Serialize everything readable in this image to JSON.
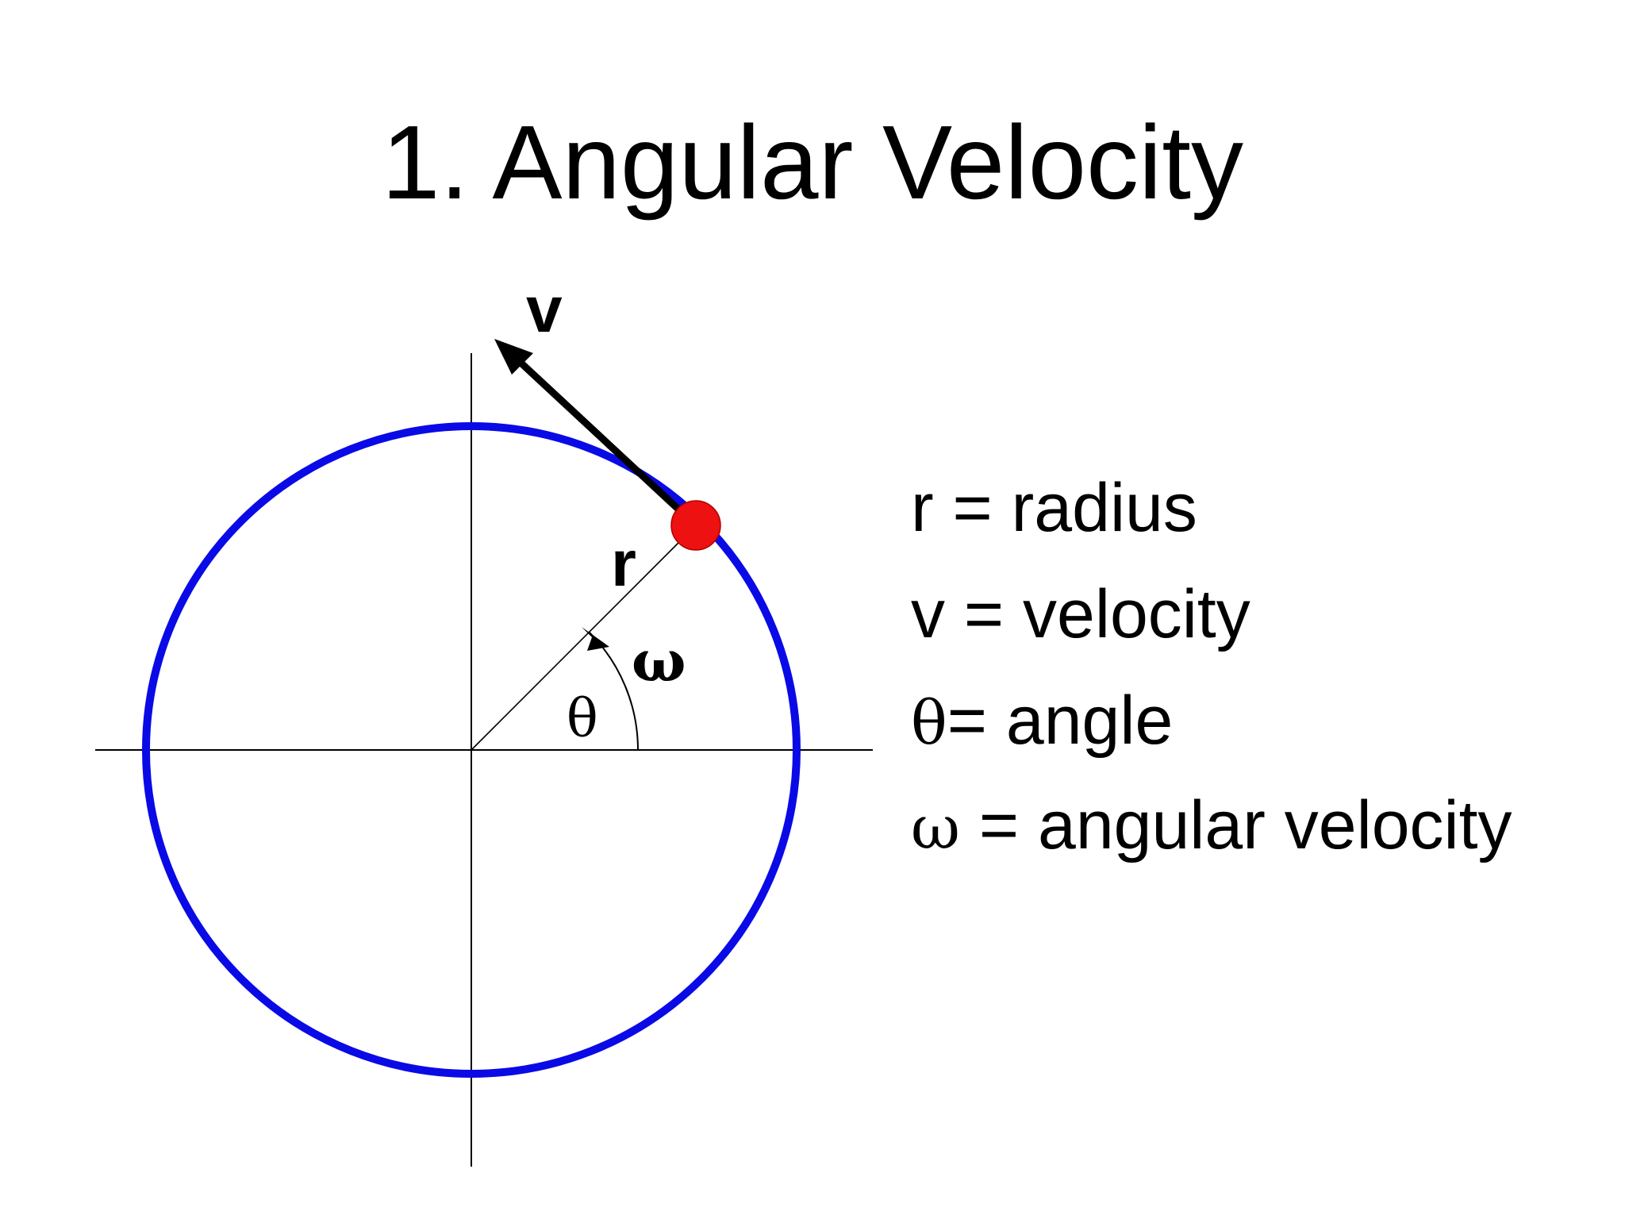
{
  "title": "1. Angular Velocity",
  "diagram": {
    "labels": {
      "v": "v",
      "r": "r",
      "omega": "ω",
      "theta": "θ"
    },
    "colors": {
      "circle": "#0a0ae6",
      "particle": "#ee1111",
      "arrow": "#000000",
      "axes": "#000000"
    }
  },
  "legend": [
    {
      "symbol": "",
      "text": "r = radius"
    },
    {
      "symbol": "",
      "text": "v = velocity"
    },
    {
      "symbol": "θ",
      "text": "= angle"
    },
    {
      "symbol": "ω",
      "text": " = angular velocity"
    }
  ]
}
